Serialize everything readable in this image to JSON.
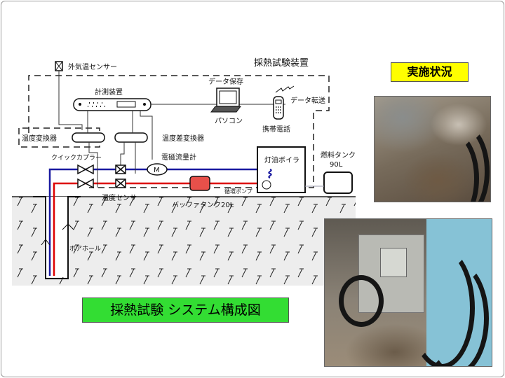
{
  "status_title": "実施状況",
  "caption": "採熱試験 システム構成図",
  "diagram": {
    "outdoor_sensor": "外気温センサー",
    "apparatus": "採熱試験装置",
    "data_storage": "データ保存",
    "measurement_device": "計測装置",
    "pc": "パソコン",
    "data_transfer": "データ転送",
    "mobile_phone": "携帯電話",
    "temp_converter": "温度変換器",
    "temp_diff_converter": "温度差変換器",
    "quick_coupler": "クイックカプラー",
    "flowmeter": "電磁流量計",
    "flowmeter_symbol": "M",
    "boiler": "灯油ボイラ",
    "fuel_tank": "燃料タンク",
    "fuel_tank_volume": "90L",
    "circulation_pump": "循環ポンプ",
    "temp_sensor": "温度センサ",
    "buffer_tank": "バッファタンク20L",
    "borehole": "ボアホール"
  },
  "colors": {
    "supply_line": "#dd0000",
    "return_line": "#1a1aa0",
    "title_bg": "#ffff00",
    "caption_bg": "#33dd33"
  }
}
